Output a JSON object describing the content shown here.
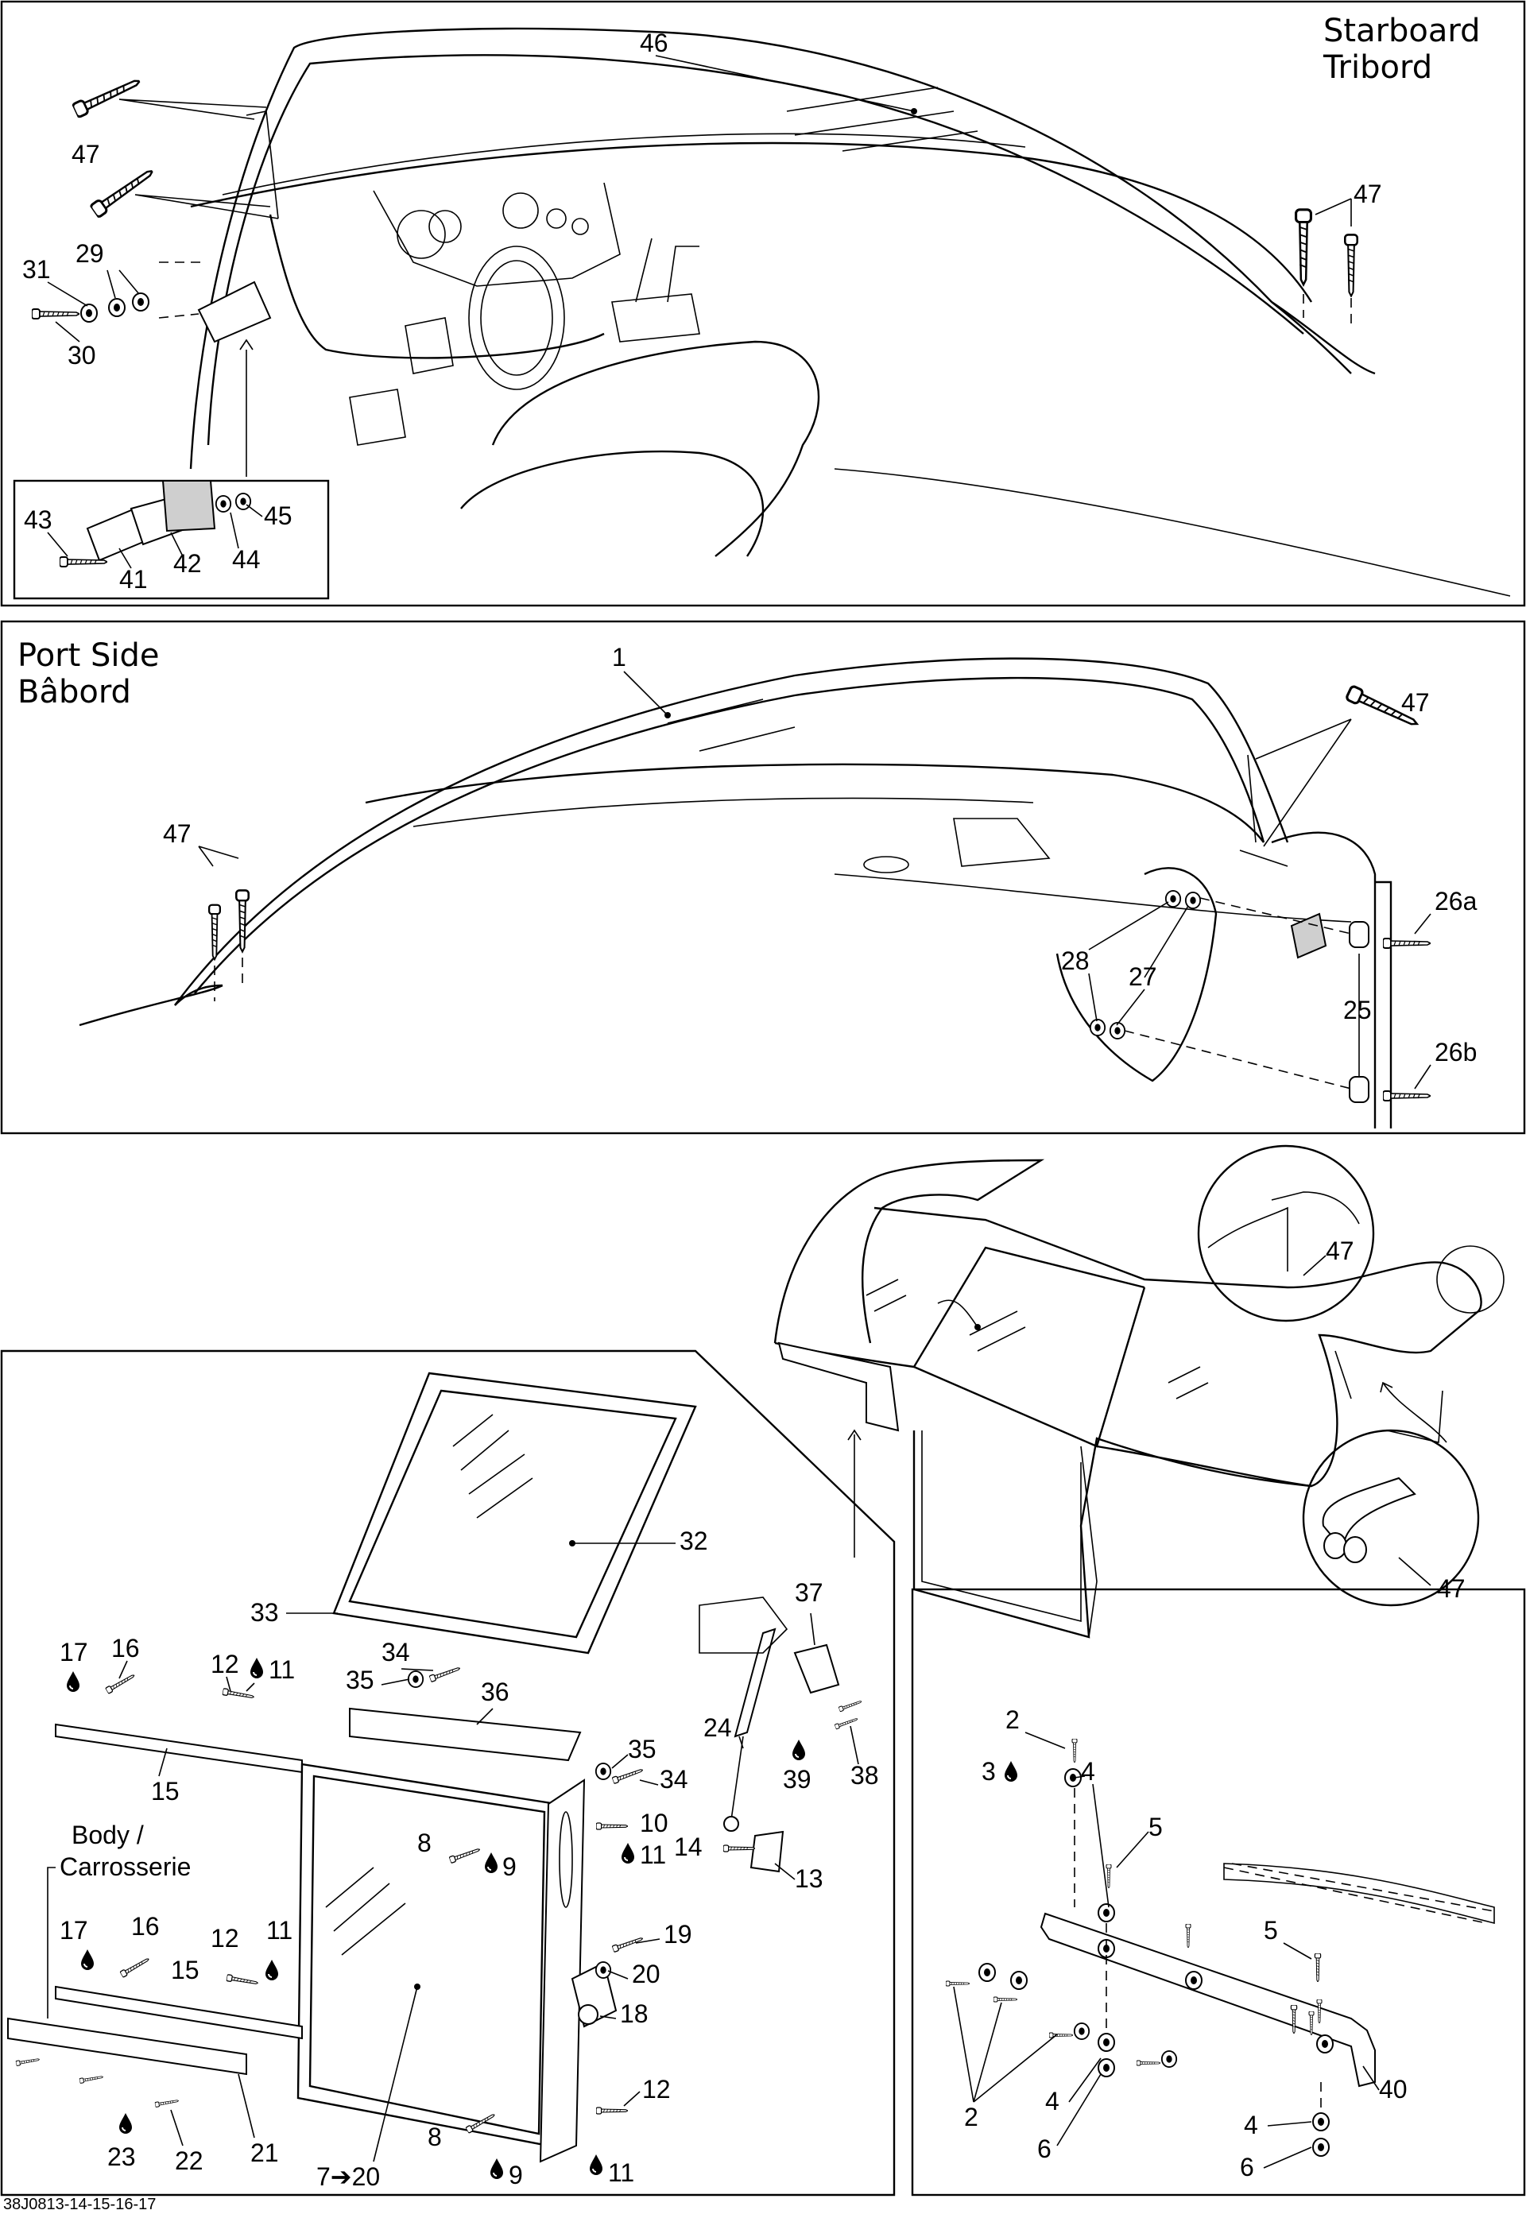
{
  "panels": {
    "starboard": {
      "title_line1": "Starboard",
      "title_line2": "Tribord"
    },
    "port": {
      "title_line1": "Port Side",
      "title_line2": "Bâbord"
    }
  },
  "labels": {
    "body": "Body /",
    "carrosserie": "Carrosserie"
  },
  "part_numbers": {
    "p1": "1",
    "p2": "2",
    "p3": "3",
    "p4": "4",
    "p5": "5",
    "p6": "6",
    "p7_20": "7➔20",
    "p8": "8",
    "p9": "9",
    "p10": "10",
    "p11": "11",
    "p12": "12",
    "p13": "13",
    "p14": "14",
    "p15": "15",
    "p16": "16",
    "p17": "17",
    "p18": "18",
    "p19": "19",
    "p20": "20",
    "p21": "21",
    "p22": "22",
    "p23": "23",
    "p24": "24",
    "p25": "25",
    "p26a": "26a",
    "p26b": "26b",
    "p27": "27",
    "p28": "28",
    "p29": "29",
    "p30": "30",
    "p31": "31",
    "p32": "32",
    "p33": "33",
    "p34": "34",
    "p35": "35",
    "p36": "36",
    "p37": "37",
    "p38": "38",
    "p39": "39",
    "p40": "40",
    "p41": "41",
    "p42": "42",
    "p43": "43",
    "p44": "44",
    "p45": "45",
    "p46": "46",
    "p47": "47"
  },
  "drawing_code": "38J0813-14-15-16-17",
  "icons": {
    "adhesive": "drop-icon"
  }
}
